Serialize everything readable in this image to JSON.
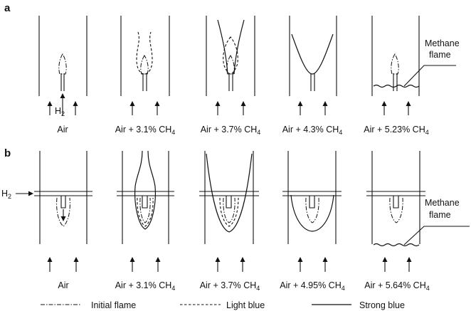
{
  "panels": {
    "a": {
      "letter": "a",
      "hydrogen_label": "H",
      "hydrogen_sub": "2",
      "cases": [
        {
          "label": "Air",
          "sub": "",
          "after": ""
        },
        {
          "label": "Air + 3.1% CH",
          "sub": "4",
          "after": ""
        },
        {
          "label": "Air + 3.7% CH",
          "sub": "4",
          "after": ""
        },
        {
          "label": "Air + 4.3% CH",
          "sub": "4",
          "after": ""
        },
        {
          "label": "Air + 5.23% CH",
          "sub": "4",
          "after": ""
        }
      ],
      "callout_line1": "Methane",
      "callout_line2": "flame"
    },
    "b": {
      "letter": "b",
      "hydrogen_label": "H",
      "hydrogen_sub": "2",
      "cases": [
        {
          "label": "Air",
          "sub": "",
          "after": ""
        },
        {
          "label": "Air + 3.1% CH",
          "sub": "4",
          "after": ""
        },
        {
          "label": "Air + 3.7% CH",
          "sub": "4",
          "after": ""
        },
        {
          "label": "Air + 4.95% CH",
          "sub": "4",
          "after": ""
        },
        {
          "label": "Air + 5.64% CH",
          "sub": "4",
          "after": ""
        }
      ],
      "callout_line1": "Methane",
      "callout_line2": "flame"
    }
  },
  "legend": {
    "initial": "Initial flame",
    "light": "Light blue",
    "strong": "Strong blue"
  }
}
